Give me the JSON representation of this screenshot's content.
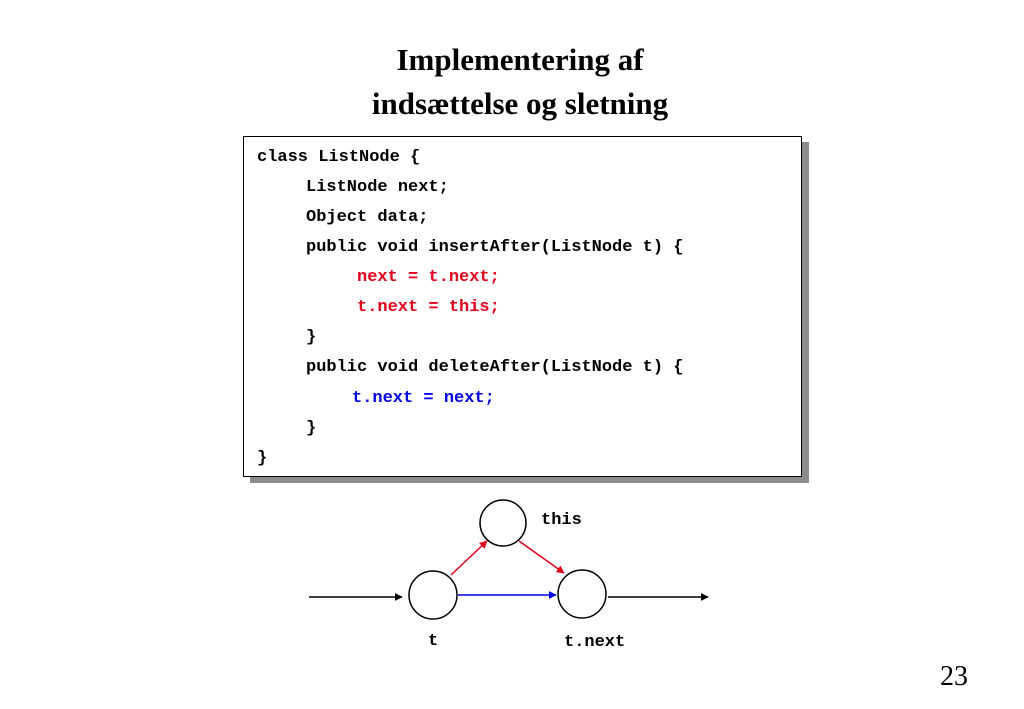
{
  "slide": {
    "title_line1": "Implementering af",
    "title_line2": "indsættelse og sletning",
    "page_number": "23"
  },
  "code": {
    "lines": [
      "class ListNode {",
      "ListNode next;",
      "Object data;",
      "public void insertAfter(ListNode t) {",
      "next = t.next;",
      "t.next = this;",
      "}",
      "public void deleteAfter(ListNode t) {",
      "t.next = next;",
      "}",
      "}"
    ],
    "colors": {
      "insert": "#e2001a",
      "delete": "#0000e6",
      "default": "#000000"
    }
  },
  "diagram": {
    "labels": {
      "this_node": "this",
      "t_node": "t",
      "next_node": "t.next"
    },
    "colors": {
      "insert_arrows": "#e2001a",
      "delete_arrow": "#0000e6",
      "list_arrows": "#000000"
    }
  }
}
